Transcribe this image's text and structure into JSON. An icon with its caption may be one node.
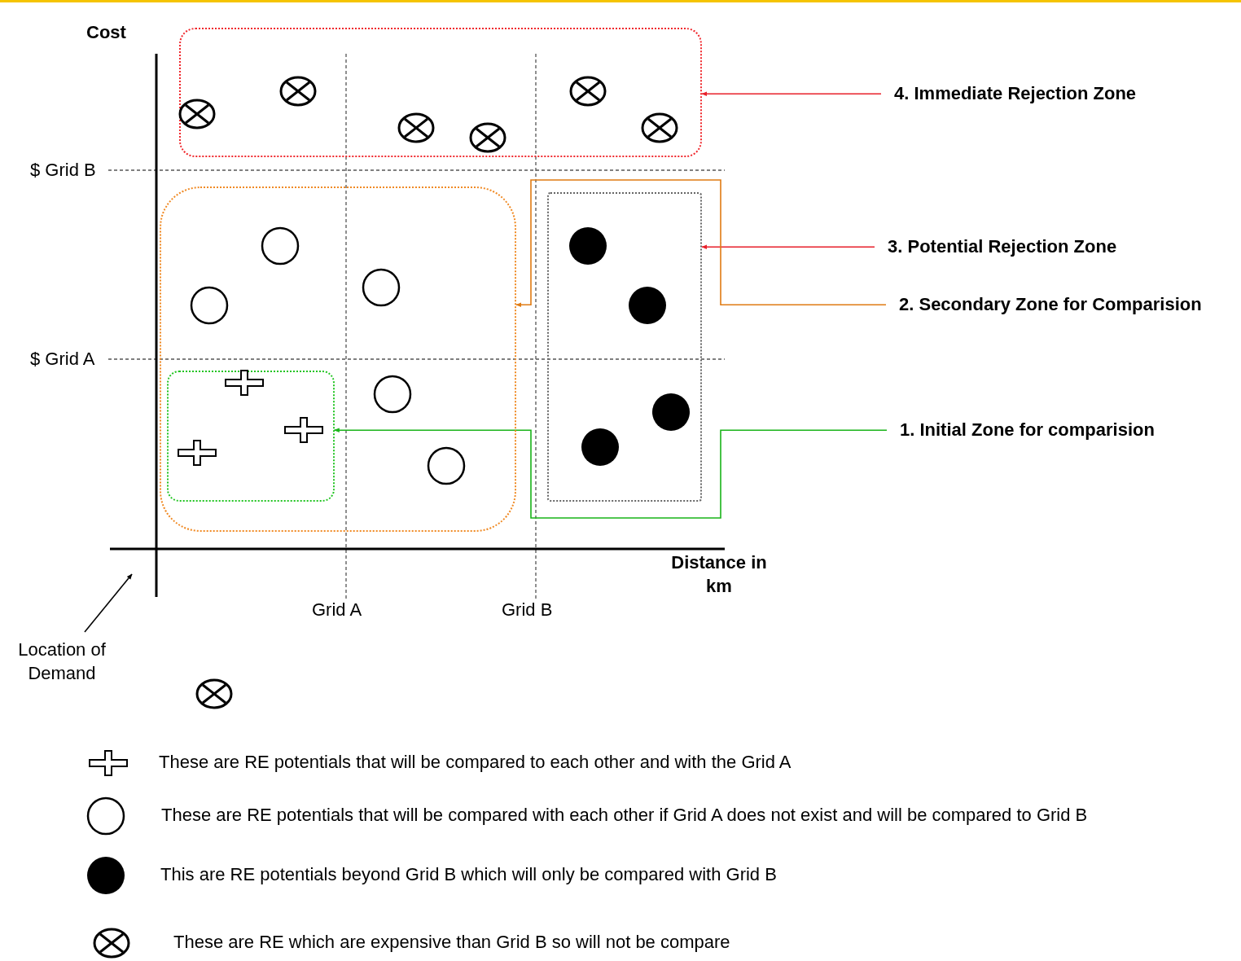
{
  "diagram": {
    "nodes": [
      {
        "text": [],
        "shape": "box"
      },
      {
        "text": [],
        "shape": "box"
      },
      {
        "text": [],
        "shape": "box",
        "in": 1
      },
      {
        "text": [],
        "shape": "box"
      },
      {
        "text": [
          "4. Immediate Rejection Zone"
        ]
      },
      {
        "text": [
          "3. Potential Rejection Zone"
        ]
      },
      {
        "text": [
          "2. Secondary Zone for Comparision"
        ]
      },
      {
        "text": [
          "1. Initial Zone for comparision"
        ]
      },
      {
        "text": [
          "Location of Demand"
        ]
      }
    ],
    "edges": [
      {
        "from": 4,
        "to": 0,
        "arrow": "to",
        "color": "#e8202a"
      },
      {
        "from": 5,
        "to": 3,
        "arrow": "to",
        "color": "#e8202a"
      },
      {
        "from": 6,
        "to": 1,
        "arrow": "to",
        "color": "#e07b12"
      },
      {
        "from": 7,
        "to": 2,
        "arrow": "to",
        "color": "#19b419"
      },
      {
        "from": 8,
        "to": null,
        "arrow": "to",
        "color": "#000000"
      }
    ],
    "labels": [
      "Cost",
      "$ Grid B",
      "$ Grid A",
      "Distance in km",
      "Grid A",
      "Grid B"
    ],
    "legend": [
      {
        "text": "These are RE potentials that will be compared to each other and with the Grid A"
      },
      {
        "text": "These are RE potentials that will be compared with each other if Grid A does not exist and will be compared to Grid B"
      },
      {
        "text": "This are RE potentials beyond Grid B which will only be compared with Grid B"
      },
      {
        "text": "These are RE which are expensive than Grid B so will not be compare"
      }
    ]
  }
}
